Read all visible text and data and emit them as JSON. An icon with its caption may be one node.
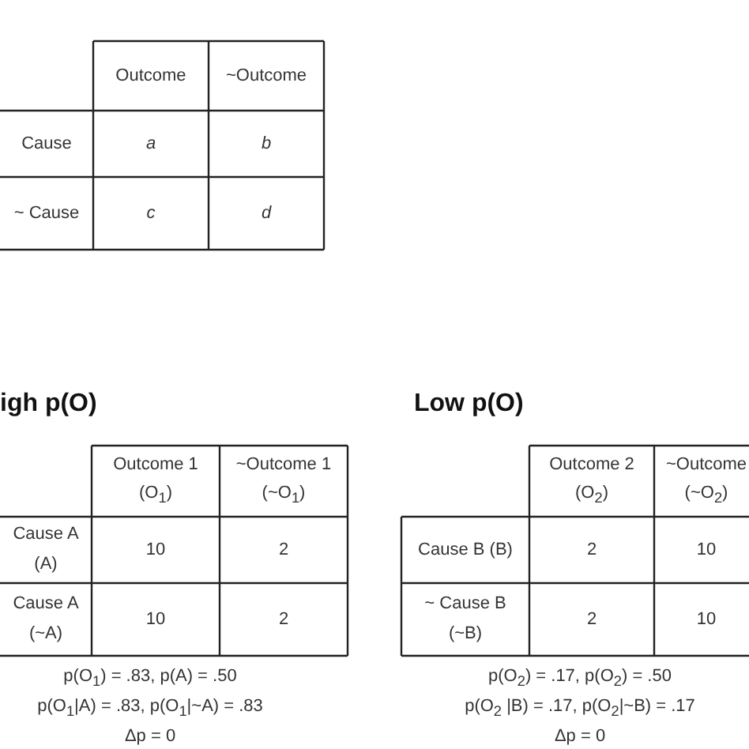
{
  "diagram": {
    "labels": [
      "Outcome",
      "~Outcome",
      "Cause",
      "a",
      "b",
      "~ Cause",
      "c",
      "d",
      "igh p(O)",
      "Low p(O)",
      "Outcome 1 (O$_{1}$)",
      "~Outcome 1 (~O$_{1}$)",
      "Cause A (A)",
      "10",
      "2",
      "Cause A (~A)",
      "10",
      "2",
      "Outcome 2 (O$_{2}$)",
      "~Outcome (~O$_{2}$)",
      "Cause B (B)",
      "2",
      "10",
      "~ Cause B (~B)",
      "2",
      "10",
      "p(O$_{1}$) = .83, p(A) = .50",
      "p(O$_{1}$|A) = .83, p(O$_{1}$|~A) = .83",
      "Δp = 0",
      "p(O$_{2}$) = .17, p(O$_{2}$) = .50",
      "p(O$_{2}$ |B) = .17, p(O$_{2}$|~B) = .17",
      "Δp = 0"
    ]
  }
}
